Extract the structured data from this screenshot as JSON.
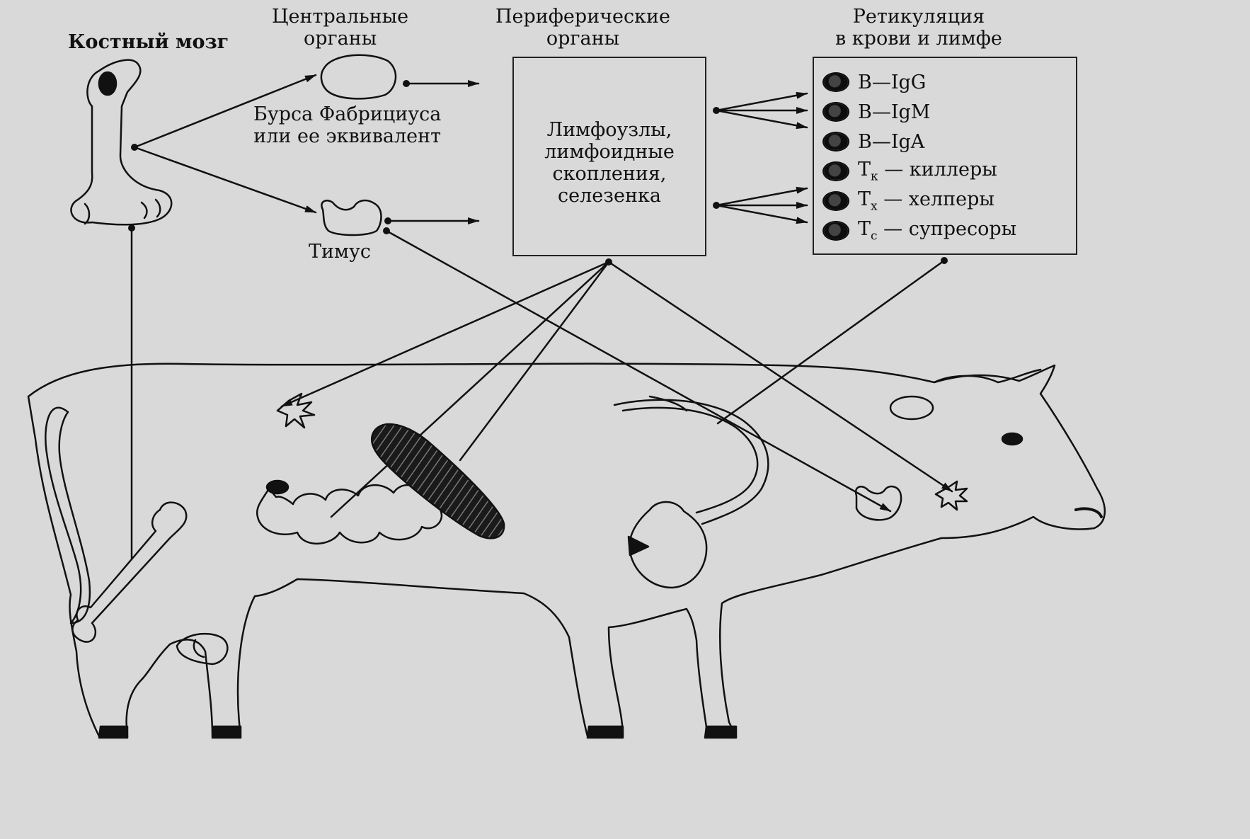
{
  "headers": {
    "bone_marrow": "Костный мозг",
    "central": "Центральные\nорганы",
    "peripheral": "Периферические\nорганы",
    "recirculation": "Ретикуляция\nв крови и лимфе"
  },
  "central_organs": {
    "bursa": "Бурса Фабрициуса\nили ее эквивалент",
    "thymus": "Тимус"
  },
  "peripheral_box": {
    "text": "Лимфоузлы,\nлимфоидные\nскопления,\nселезенка"
  },
  "cells": [
    {
      "main": "B",
      "sub": "",
      "rest": "—IgG"
    },
    {
      "main": "B",
      "sub": "",
      "rest": "—IgM"
    },
    {
      "main": "B",
      "sub": "",
      "rest": "—IgA"
    },
    {
      "main": "T",
      "sub": "к",
      "rest": " — киллеры"
    },
    {
      "main": "T",
      "sub": "х",
      "rest": " — хелперы"
    },
    {
      "main": "T",
      "sub": "с",
      "rest": " — супресоры"
    }
  ]
}
